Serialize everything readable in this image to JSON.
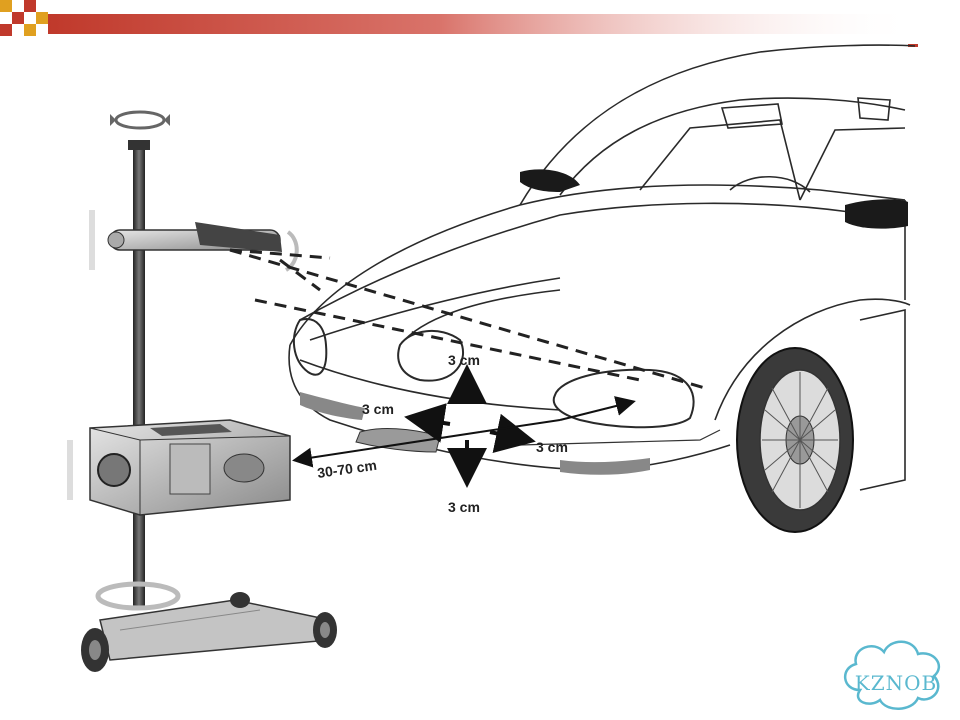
{
  "diagram": {
    "labels": {
      "hood_offset": "3 cm",
      "left_offset": "3 cm",
      "right_offset": "3 cm",
      "down_offset": "3 cm",
      "distance": "30-70 cm"
    }
  },
  "watermark": {
    "text": "KZNOB"
  },
  "colors": {
    "header_red": "#c0392b",
    "header_gold": "#e0a020",
    "line": "#2a2a2a",
    "logo": "#5ab8cf"
  }
}
